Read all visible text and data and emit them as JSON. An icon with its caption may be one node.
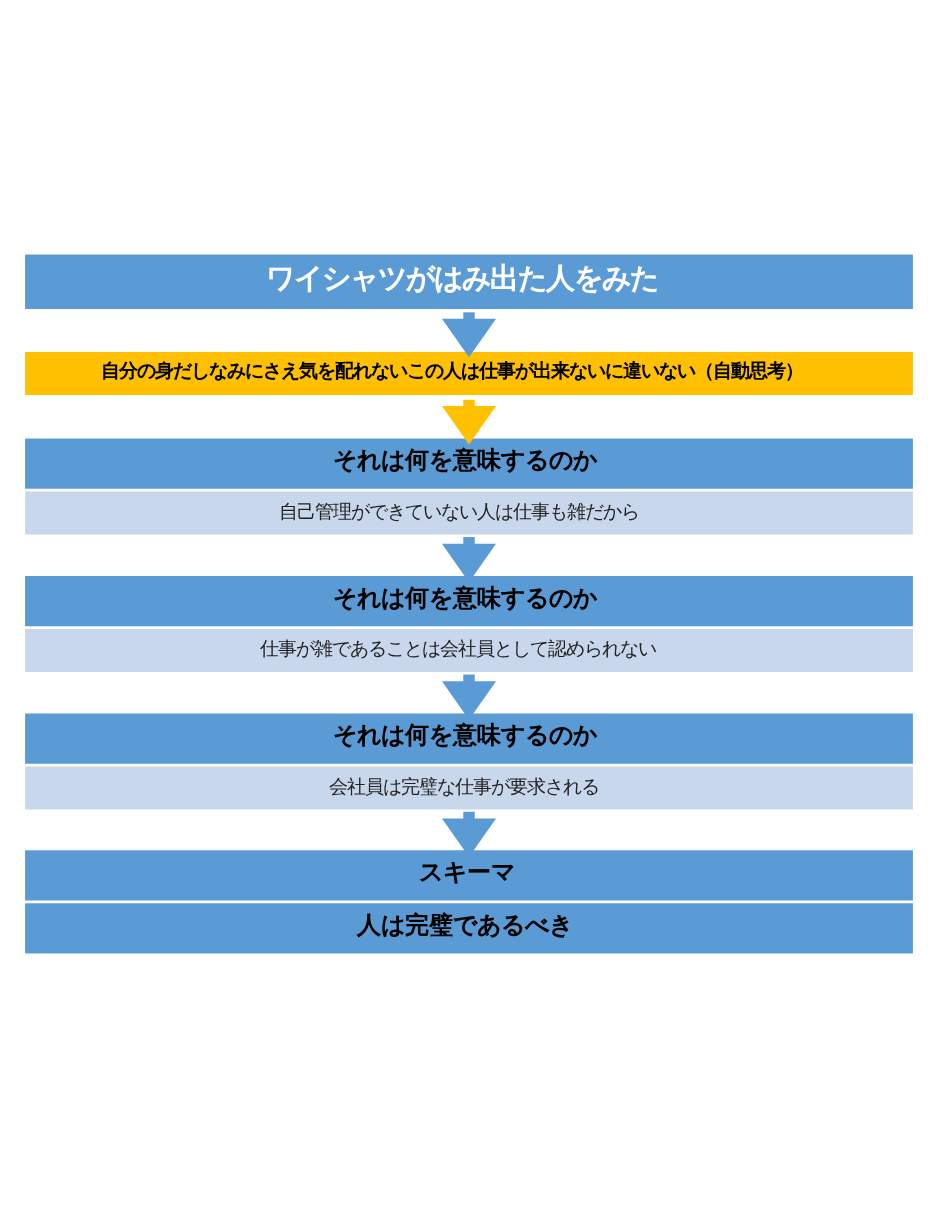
{
  "diagram": {
    "nodes": [
      {
        "text": [
          "ワイシャツがはみ出た人をみた"
        ]
      },
      {
        "text": [
          "自分の身だしなみにさえ気を配れないこの人は仕事が出来ないに違いない（自動思考）"
        ]
      },
      {
        "text": [
          "それは何を意味するのか",
          "自己管理ができていない人は仕事も雑だから"
        ]
      },
      {
        "text": [
          "それは何を意味するのか",
          "仕事が雑であることは会社員として認められない"
        ]
      },
      {
        "text": [
          "それは何を意味するのか",
          "会社員は完璧な仕事が要求される"
        ]
      },
      {
        "text": [
          "スキーマ",
          "人は完璧であるべき"
        ]
      }
    ],
    "edges": [
      {
        "from": 0,
        "to": 1,
        "arrow": "to"
      },
      {
        "from": 1,
        "to": 2,
        "arrow": "to",
        "color": "#ffc000"
      },
      {
        "from": 2,
        "to": 3,
        "arrow": "to"
      },
      {
        "from": 3,
        "to": 4,
        "arrow": "to"
      },
      {
        "from": 4,
        "to": 5,
        "arrow": "to"
      }
    ]
  }
}
